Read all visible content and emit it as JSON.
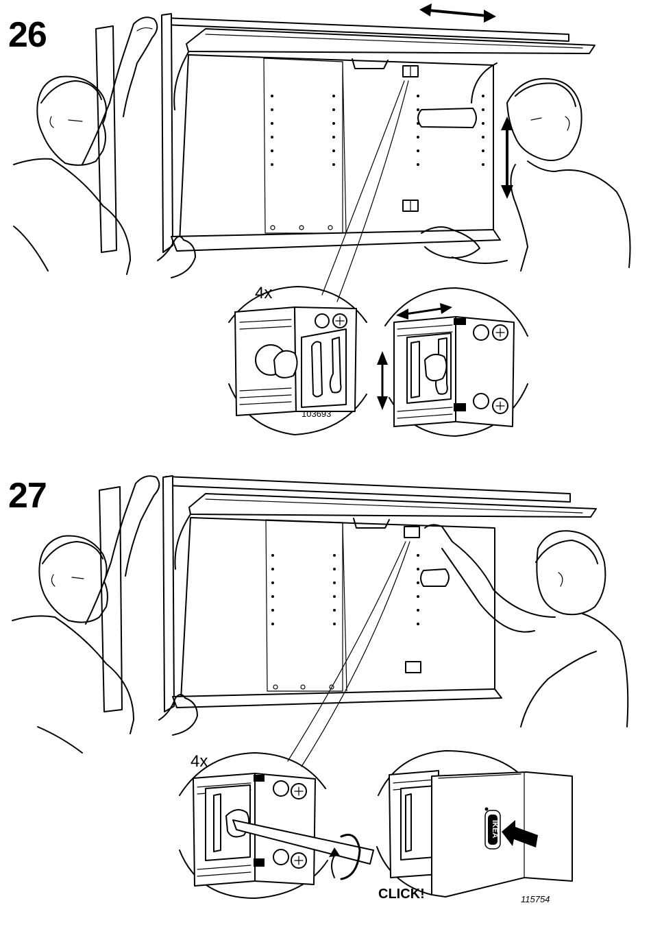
{
  "steps": [
    {
      "number": "26",
      "detail_quantity": "4x",
      "part_number": "103693"
    },
    {
      "number": "27",
      "detail_quantity": "4x",
      "sound_label": "CLICK!",
      "part_number": "115754",
      "logo_text": "IKEA"
    }
  ],
  "icons": {
    "horizontal_arrow": "double-arrow-horizontal-icon",
    "vertical_arrow": "double-arrow-vertical-icon",
    "rotate_arrow": "rotate-arrow-icon",
    "push_arrow": "push-arrow-icon"
  }
}
